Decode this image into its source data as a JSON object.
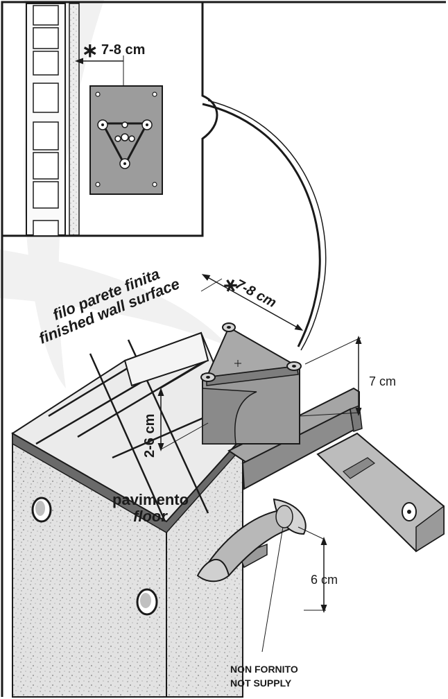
{
  "inset": {
    "dimension_label": "7-8 cm",
    "asterisk": "∗"
  },
  "main": {
    "wall_line_it": "filo parete finita",
    "wall_line_en": "finished wall surface",
    "dimension_wall": "7-8 cm",
    "asterisk": "∗",
    "dimension_height": "7 cm",
    "dimension_floor": "2-6 cm",
    "floor_it": "pavimento",
    "floor_en": "floor",
    "dimension_pipe": "6 cm",
    "not_supplied_it": "NON FORNITO",
    "not_supplied_en": "NOT SUPPLY"
  },
  "colors": {
    "frame": "#1a1a1a",
    "watermark": "#eeeeee",
    "metal": "#9a9a9a",
    "metal_dark": "#6f6f6f",
    "tile": "#e6e6e6",
    "concrete": "#dedede"
  },
  "icons": [
    "asterisk-icon",
    "screw-icon",
    "level-tool-icon",
    "drain-pipe-icon"
  ]
}
